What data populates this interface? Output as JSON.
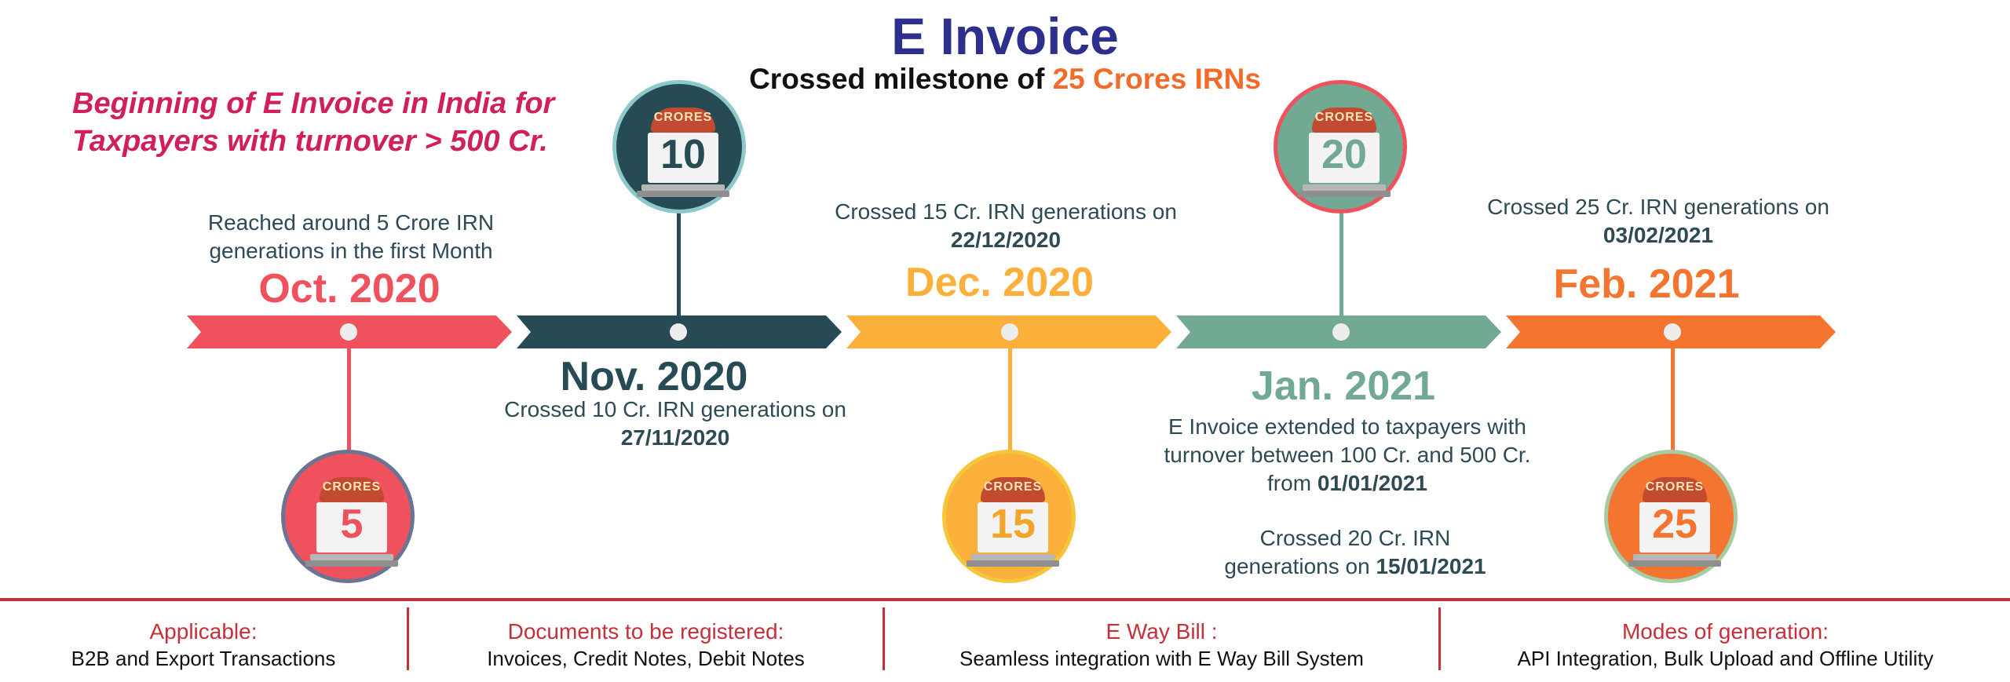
{
  "header": {
    "title": "E Invoice",
    "subtitle_prefix": "Crossed milestone of ",
    "subtitle_highlight": "25 Crores IRNs"
  },
  "intro": {
    "line1": "Beginning of E Invoice in India for",
    "line2": "Taxpayers with turnover > 500 Cr."
  },
  "calendar_badge_label": "CRORES",
  "milestones": [
    {
      "month": "Oct. 2020",
      "color": "#f0525d",
      "desc_line1": "Reached around 5 Crore IRN",
      "desc_line2": "generations in the first Month",
      "crores": "5"
    },
    {
      "month": "Nov. 2020",
      "color": "#264b55",
      "desc_line1": "Crossed 10 Cr. IRN generations on",
      "date": "27/11/2020",
      "crores": "10"
    },
    {
      "month": "Dec. 2020",
      "color": "#fbb03b",
      "desc_line1": "Crossed 15 Cr. IRN generations on",
      "date": "22/12/2020",
      "crores": "15"
    },
    {
      "month": "Jan. 2021",
      "color": "#72a993",
      "desc_line1": "E Invoice extended to taxpayers with",
      "desc_line2": "turnover between 100 Cr. and 500 Cr.",
      "desc_line3_prefix": "from ",
      "date": "01/01/2021",
      "extra_line1": "Crossed 20 Cr. IRN",
      "extra_line2_prefix": "generations on ",
      "extra_date": "15/01/2021",
      "crores": "20"
    },
    {
      "month": "Feb. 2021",
      "color": "#f47530",
      "desc_line1": "Crossed 25 Cr. IRN generations on",
      "date": "03/02/2021",
      "crores": "25"
    }
  ],
  "footer": [
    {
      "heading": "Applicable:",
      "text": "B2B and Export Transactions"
    },
    {
      "heading": "Documents to be registered:",
      "text": "Invoices, Credit Notes, Debit Notes"
    },
    {
      "heading": "E Way Bill :",
      "text": "Seamless integration with E Way Bill System"
    },
    {
      "heading": "Modes of generation:",
      "text": "API Integration, Bulk Upload and Offline Utility"
    }
  ]
}
